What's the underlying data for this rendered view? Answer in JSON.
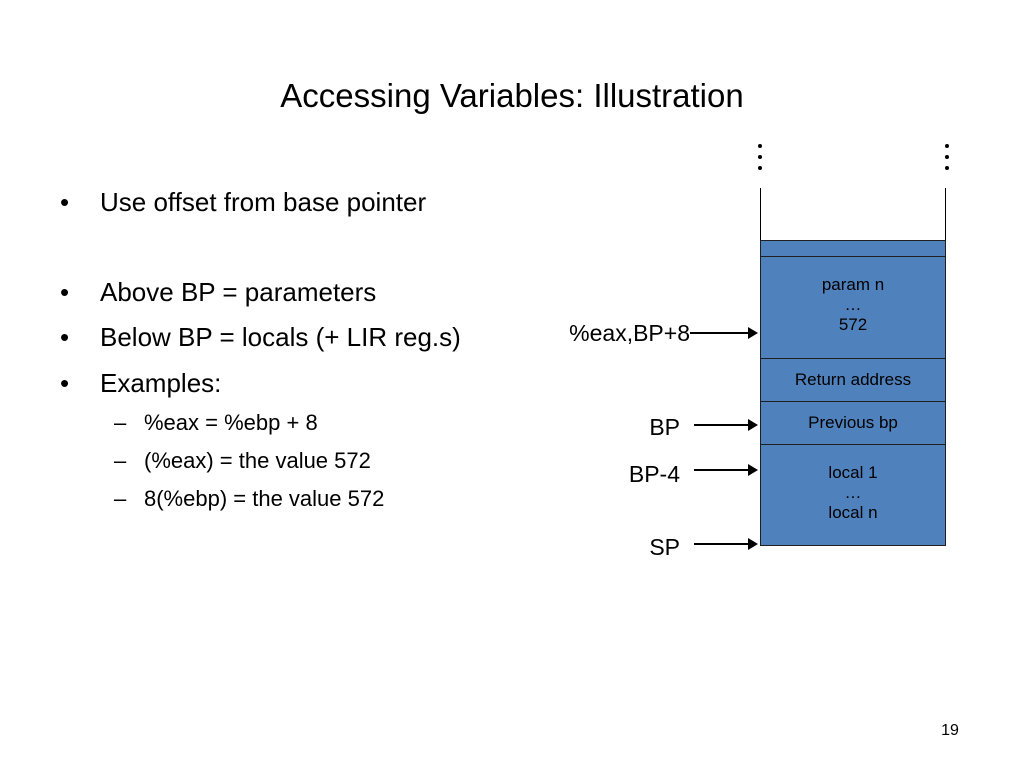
{
  "slide": {
    "title": "Accessing Variables: Illustration",
    "page_number": "19"
  },
  "bullets": [
    {
      "text": "Use offset from base pointer"
    },
    {
      "text": "Above BP = parameters"
    },
    {
      "text": "Below BP = locals (+ LIR reg.s)"
    },
    {
      "text": "Examples:"
    }
  ],
  "sub_bullets": [
    {
      "text": "%eax = %ebp + 8"
    },
    {
      "text": "(%eax) = the value 572"
    },
    {
      "text": "8(%ebp) = the value 572"
    }
  ],
  "bullet_marker": "•",
  "sub_bullet_marker": "–",
  "stack": {
    "cells": [
      {
        "lines": []
      },
      {
        "lines": [
          "param n",
          "…",
          "572"
        ]
      },
      {
        "lines": [
          "Return address"
        ]
      },
      {
        "lines": [
          "Previous bp"
        ]
      },
      {
        "lines": [
          "local 1",
          "…",
          "local n"
        ]
      }
    ],
    "pointers": [
      {
        "label": "%eax,BP+8"
      },
      {
        "label": "BP"
      },
      {
        "label": "BP-4"
      },
      {
        "label": "SP"
      }
    ],
    "cell_color": "#4f81bd"
  }
}
